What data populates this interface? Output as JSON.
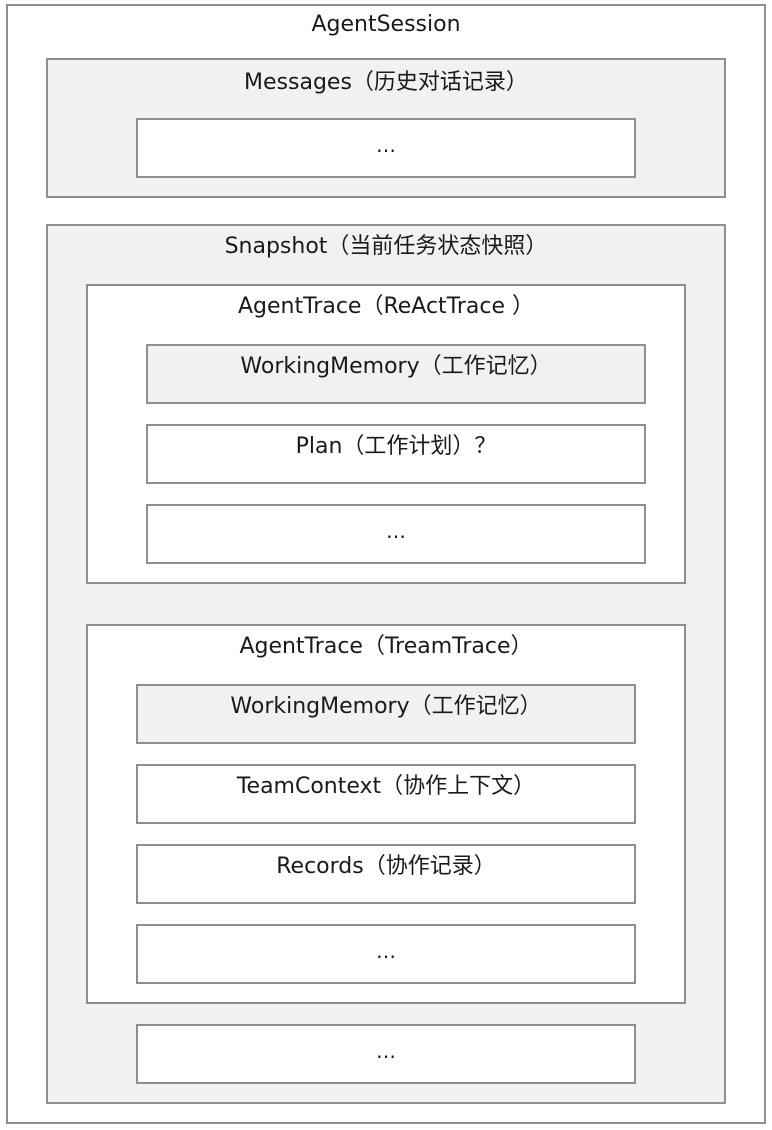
{
  "session": {
    "title": "AgentSession",
    "messages": {
      "title": "Messages（历史对话记录）",
      "items": [
        "…"
      ]
    },
    "snapshot": {
      "title": "Snapshot（当前任务状态快照）",
      "react_trace": {
        "title": "AgentTrace（ReActTrace ）",
        "items": [
          "WorkingMemory（工作记忆）",
          "Plan（工作计划）？",
          "…"
        ]
      },
      "team_trace": {
        "title": "AgentTrace（TreamTrace）",
        "items": [
          "WorkingMemory（工作记忆）",
          "TeamContext（协作上下文）",
          "Records（协作记录）",
          "…"
        ]
      },
      "extra": [
        "…"
      ]
    }
  }
}
